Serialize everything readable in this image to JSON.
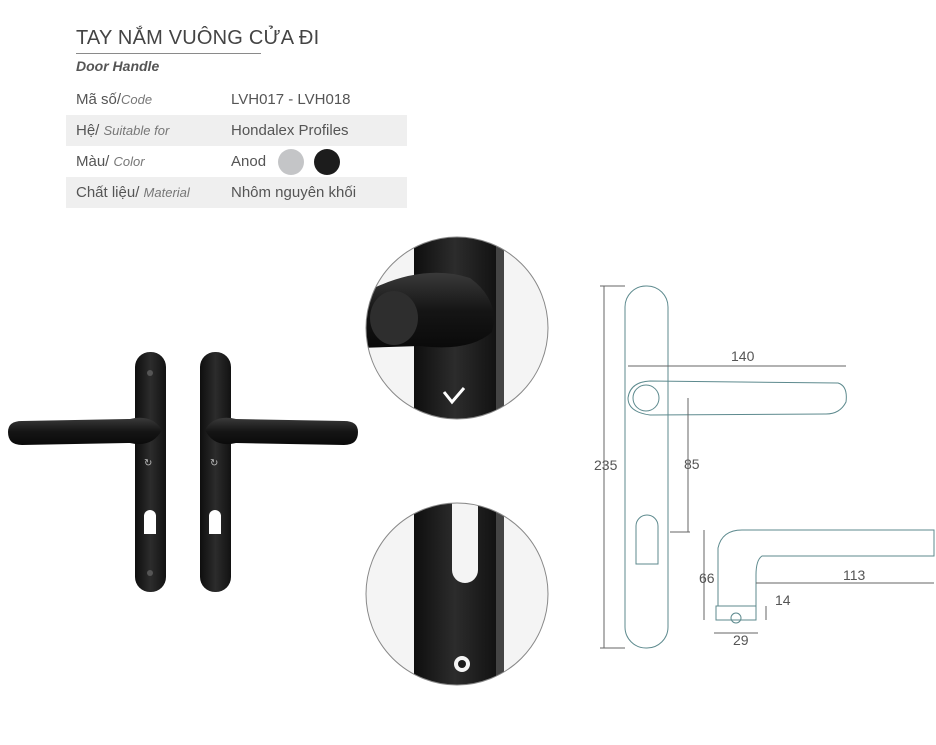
{
  "header": {
    "title": "TAY NẮM VUÔNG CỬA ĐI",
    "subtitle": "Door Handle"
  },
  "specs": [
    {
      "label_vi": "Mã số/",
      "label_en": "Code",
      "value": "LVH017 - LVH018"
    },
    {
      "label_vi": "Hệ/ ",
      "label_en": "Suitable for",
      "value": "Hondalex Profiles"
    },
    {
      "label_vi": "Màu/ ",
      "label_en": "Color",
      "value": "Anod"
    },
    {
      "label_vi": "Chất liệu/ ",
      "label_en": "Material",
      "value": "Nhôm nguyên khối"
    }
  ],
  "colors": {
    "swatch_silver": "#c4c5c7",
    "swatch_black": "#1c1c1c",
    "drawing_line": "#5d8a8e",
    "product_black": "#1a1a1a"
  },
  "dimensions": {
    "lever_length": "140",
    "total_height": "235",
    "center_distance": "85",
    "handle_height": "66",
    "handle_reach": "113",
    "rose_thickness": "14",
    "rose_width": "29"
  }
}
